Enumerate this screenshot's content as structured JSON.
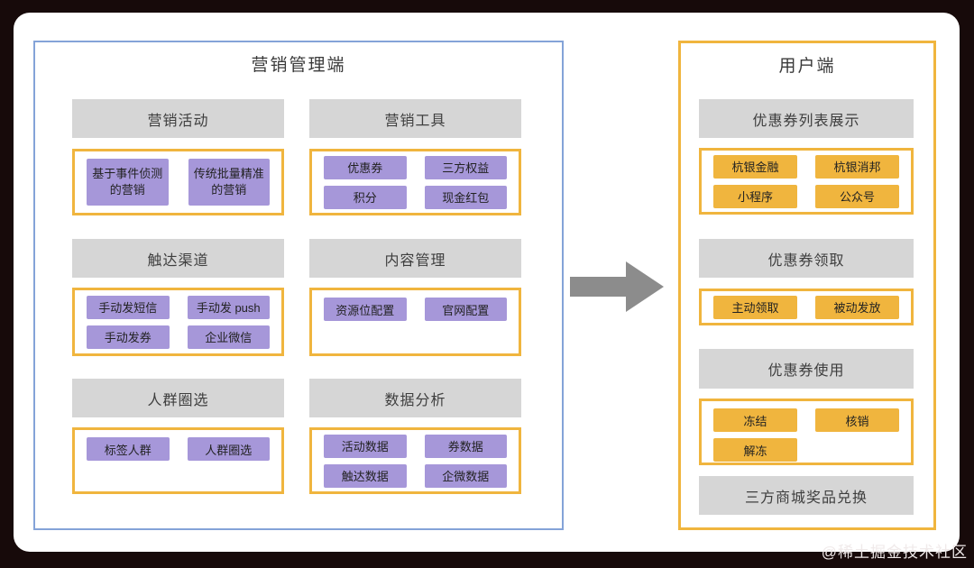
{
  "page": {
    "watermark": "@稀土掘金技术社区"
  },
  "colors": {
    "background_bar": "#170a0a",
    "card": "#ffffff",
    "left_panel_border": "#84a3d8",
    "right_panel_border": "#f0b53e",
    "section_header_bg": "#d6d6d6",
    "purple_chip": "#a697d9",
    "orange_chip": "#f0b53e",
    "arrow": "#8c8c8c"
  },
  "left_panel": {
    "title": "营销管理端",
    "sections": [
      {
        "title": "营销活动",
        "items": [
          "基于事件侦测的营销",
          "传统批量精准的营销"
        ]
      },
      {
        "title": "营销工具",
        "items": [
          "优惠券",
          "三方权益",
          "积分",
          "现金红包"
        ]
      },
      {
        "title": "触达渠道",
        "items": [
          "手动发短信",
          "手动发 push",
          "手动发券",
          "企业微信"
        ]
      },
      {
        "title": "内容管理",
        "items": [
          "资源位配置",
          "官网配置"
        ]
      },
      {
        "title": "人群圈选",
        "items": [
          "标签人群",
          "人群圈选"
        ]
      },
      {
        "title": "数据分析",
        "items": [
          "活动数据",
          "券数据",
          "触达数据",
          "企微数据"
        ]
      }
    ]
  },
  "right_panel": {
    "title": "用户端",
    "sections": [
      {
        "title": "优惠券列表展示",
        "items": [
          "杭银金融",
          "杭银消邦",
          "小程序",
          "公众号"
        ]
      },
      {
        "title": "优惠券领取",
        "items": [
          "主动领取",
          "被动发放"
        ]
      },
      {
        "title": "优惠券使用",
        "items": [
          "冻结",
          "核销",
          "解冻"
        ]
      },
      {
        "title": "三方商城奖品兑换",
        "items": []
      }
    ]
  },
  "arrow": {
    "direction": "right"
  }
}
